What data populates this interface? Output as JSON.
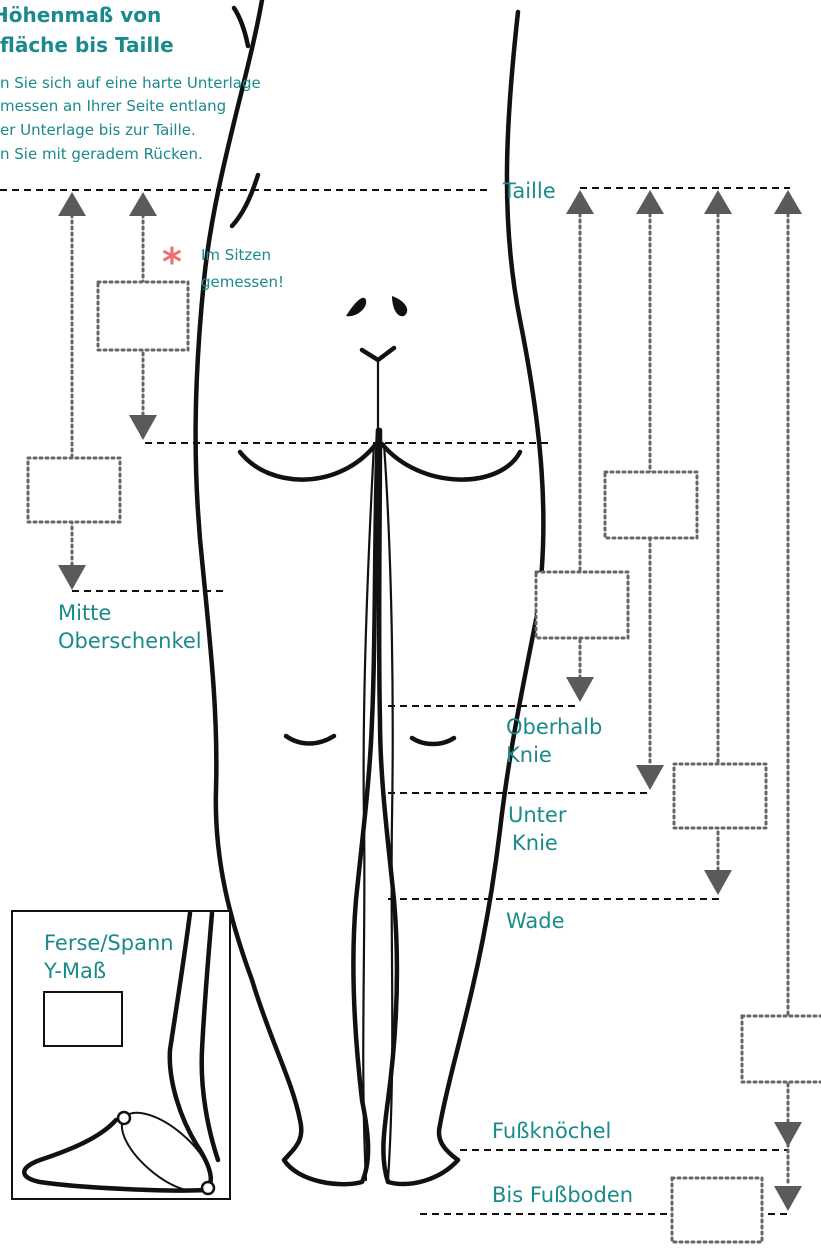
{
  "header": {
    "title_line1": "Höhenmaß von",
    "title_line2": "fläche bis Taille",
    "instructions": [
      "n Sie sich auf eine harte Unterlage",
      "messen an Ihrer Seite entlang",
      "er Unterlage bis zur Taille.",
      "n Sie mit geradem Rücken."
    ]
  },
  "note": {
    "symbol": "*",
    "line1": "Im Sitzen",
    "line2": "gemessen!"
  },
  "labels": {
    "taille": "Taille",
    "mitte_line1": "Mitte",
    "mitte_line2": "Oberschenkel",
    "oberhalb_line1": "Oberhalb",
    "oberhalb_line2": "Knie",
    "unter_line1": "Unter",
    "unter_line2": "Knie",
    "wade": "Wade",
    "fussknoechel": "Fußknöchel",
    "bis_fussboden": "Bis Fußboden"
  },
  "inset": {
    "line1": "Ferse/Spann",
    "line2": "Y-Maß"
  },
  "colors": {
    "label": "#1a8a8c",
    "note_asterisk": "#f07070",
    "arrow": "#5a5a5a",
    "outline": "#111111"
  }
}
